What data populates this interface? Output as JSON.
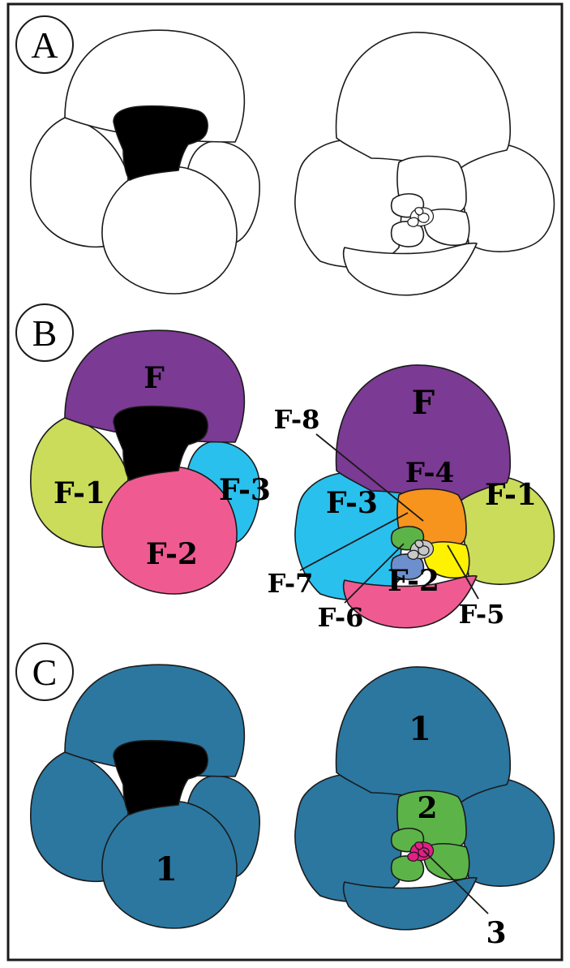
{
  "panels": {
    "A": {
      "letter": "A"
    },
    "B": {
      "letter": "B",
      "left_labels": {
        "f": "F",
        "f1": "F-1",
        "f2": "F-2",
        "f3": "F-3"
      },
      "right_labels": {
        "f": "F",
        "f1": "F-1",
        "f2": "F-2",
        "f3": "F-3",
        "f4": "F-4",
        "f5": "F-5",
        "f6": "F-6",
        "f7": "F-7",
        "f8": "F-8"
      }
    },
    "C": {
      "letter": "C",
      "left_labels": {
        "one": "1"
      },
      "right_labels": {
        "one": "1",
        "two": "2",
        "three": "3"
      }
    }
  },
  "colors": {
    "outline": "#1a1a1a",
    "aperture": "#000000",
    "chamber_F": "#7b3a93",
    "chamber_F1": "#cadc5a",
    "chamber_F2": "#ef5b91",
    "chamber_F3": "#29c0ee",
    "chamber_F4": "#f7941d",
    "chamber_F5": "#fff200",
    "chamber_F6": "#6d8fcd",
    "chamber_F7": "#5cb448",
    "chamber_F8": "#c8c8c8",
    "whorl_1": "#2b77a0",
    "whorl_2": "#5cb448",
    "whorl_3": "#e41e86"
  }
}
